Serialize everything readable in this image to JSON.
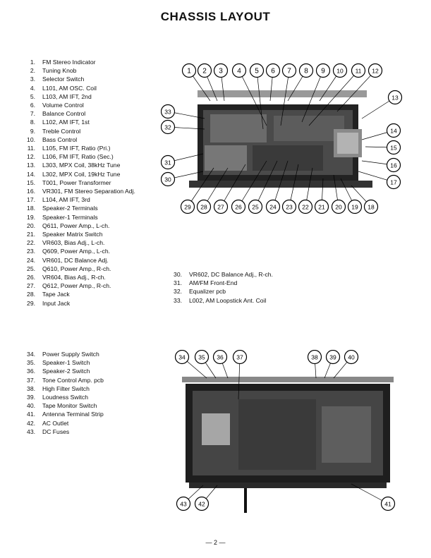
{
  "page": {
    "title": "CHASSIS LAYOUT",
    "footer": "— 2 —"
  },
  "parts_list_a": [
    {
      "num": "1.",
      "label": "FM Stereo Indicator"
    },
    {
      "num": "2.",
      "label": "Tuning Knob"
    },
    {
      "num": "3.",
      "label": "Selector Switch"
    },
    {
      "num": "4.",
      "label": "L101, AM OSC. Coil"
    },
    {
      "num": "5.",
      "label": "L103, AM IFT, 2nd"
    },
    {
      "num": "6.",
      "label": "Volume Control"
    },
    {
      "num": "7.",
      "label": "Balance Control"
    },
    {
      "num": "8.",
      "label": "L102, AM IFT, 1st"
    },
    {
      "num": "9.",
      "label": "Treble Control"
    },
    {
      "num": "10.",
      "label": "Bass Control"
    },
    {
      "num": "11.",
      "label": "L105, FM IFT, Ratio (Pri.)"
    },
    {
      "num": "12.",
      "label": "L106, FM IFT, Ratio (Sec.)"
    },
    {
      "num": "13.",
      "label": "L303, MPX Coil, 38kHz Tune"
    },
    {
      "num": "14.",
      "label": "L302, MPX Coil, 19kHz Tune"
    },
    {
      "num": "15.",
      "label": "T001, Power Transformer"
    },
    {
      "num": "16.",
      "label": "VR301, FM Stereo Separation Adj."
    },
    {
      "num": "17.",
      "label": "L104, AM IFT, 3rd"
    },
    {
      "num": "18.",
      "label": "Speaker-2 Terminals"
    },
    {
      "num": "19.",
      "label": "Speaker-1 Terminals"
    },
    {
      "num": "20.",
      "label": "Q611, Power Amp., L-ch."
    },
    {
      "num": "21.",
      "label": "Speaker Matrix Switch"
    },
    {
      "num": "22.",
      "label": "VR603, Bias Adj., L-ch."
    },
    {
      "num": "23.",
      "label": "Q609, Power Amp., L-ch."
    },
    {
      "num": "24.",
      "label": "VR601, DC Balance Adj."
    },
    {
      "num": "25.",
      "label": "Q610, Power Amp., R-ch."
    },
    {
      "num": "26.",
      "label": "VR604, Bias Adj., R-ch."
    },
    {
      "num": "27.",
      "label": "Q612, Power Amp., R-ch."
    },
    {
      "num": "28.",
      "label": "Tape Jack"
    },
    {
      "num": "29.",
      "label": "Input Jack"
    }
  ],
  "parts_list_b": [
    {
      "num": "30.",
      "label": "VR602, DC Balance Adj., R-ch."
    },
    {
      "num": "31.",
      "label": "AM/FM Front-End"
    },
    {
      "num": "32.",
      "label": "Equalizer pcb"
    },
    {
      "num": "33.",
      "label": "L002, AM Loopstick Ant. Coil"
    }
  ],
  "parts_list_c": [
    {
      "num": "34.",
      "label": "Power Supply Switch"
    },
    {
      "num": "35.",
      "label": "Speaker-1 Switch"
    },
    {
      "num": "36.",
      "label": "Speaker-2 Switch"
    },
    {
      "num": "37.",
      "label": "Tone Control Amp. pcb"
    },
    {
      "num": "38.",
      "label": "High Filter Switch"
    },
    {
      "num": "39.",
      "label": "Loudness Switch"
    },
    {
      "num": "40.",
      "label": "Tape Monitor Switch"
    },
    {
      "num": "41.",
      "label": "Antenna Terminal Strip"
    },
    {
      "num": "42.",
      "label": "AC Outlet"
    },
    {
      "num": "43.",
      "label": "DC Fuses"
    }
  ],
  "callouts_top": [
    "1",
    "2",
    "3",
    "4",
    "5",
    "6",
    "7",
    "8",
    "9",
    "10",
    "11",
    "12",
    "13",
    "14",
    "15",
    "16",
    "17",
    "18",
    "19",
    "20",
    "21",
    "22",
    "23",
    "24",
    "25",
    "26",
    "27",
    "28",
    "29",
    "30",
    "31",
    "32",
    "33"
  ],
  "callouts_bottom": [
    "34",
    "35",
    "36",
    "37",
    "38",
    "39",
    "40",
    "41",
    "42",
    "43"
  ]
}
